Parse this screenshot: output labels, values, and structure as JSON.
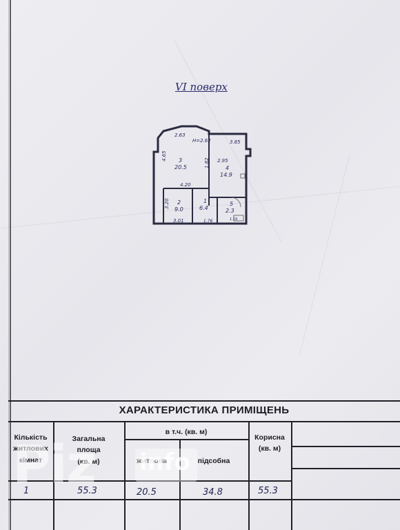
{
  "floor_label": "VI поверх",
  "plan": {
    "rooms": [
      {
        "number": "3",
        "area": "20.5"
      },
      {
        "number": "4",
        "area": "14.9"
      },
      {
        "number": "2",
        "area": "9.0"
      },
      {
        "number": "1",
        "area": "6.4"
      },
      {
        "number": "5",
        "area": "2.3"
      }
    ],
    "dimensions": [
      "2.63",
      "H=2.62",
      "4.65",
      "1.82",
      "3.85",
      "2.95",
      "4.20",
      "3.20",
      "3.01",
      "1.76",
      "1.19"
    ]
  },
  "table": {
    "title": "ХАРАКТЕРИСТИКА ПРИМІЩЕНЬ",
    "col_rooms": [
      "Кількість",
      "житлових",
      "кімнат"
    ],
    "col_total": [
      "Загальна",
      "площа",
      "(кв. м)"
    ],
    "col_group": "в т.ч. (кв. м)",
    "col_living": "житлова",
    "col_aux": "підсобна",
    "col_useful": [
      "Корисна",
      "(кв. м)"
    ],
    "row": {
      "rooms": "1",
      "total": "55.3",
      "living": "20.5",
      "aux": "34.8",
      "useful": "55.3"
    }
  },
  "watermark": {
    "text": "Piz",
    "badge": "info"
  }
}
